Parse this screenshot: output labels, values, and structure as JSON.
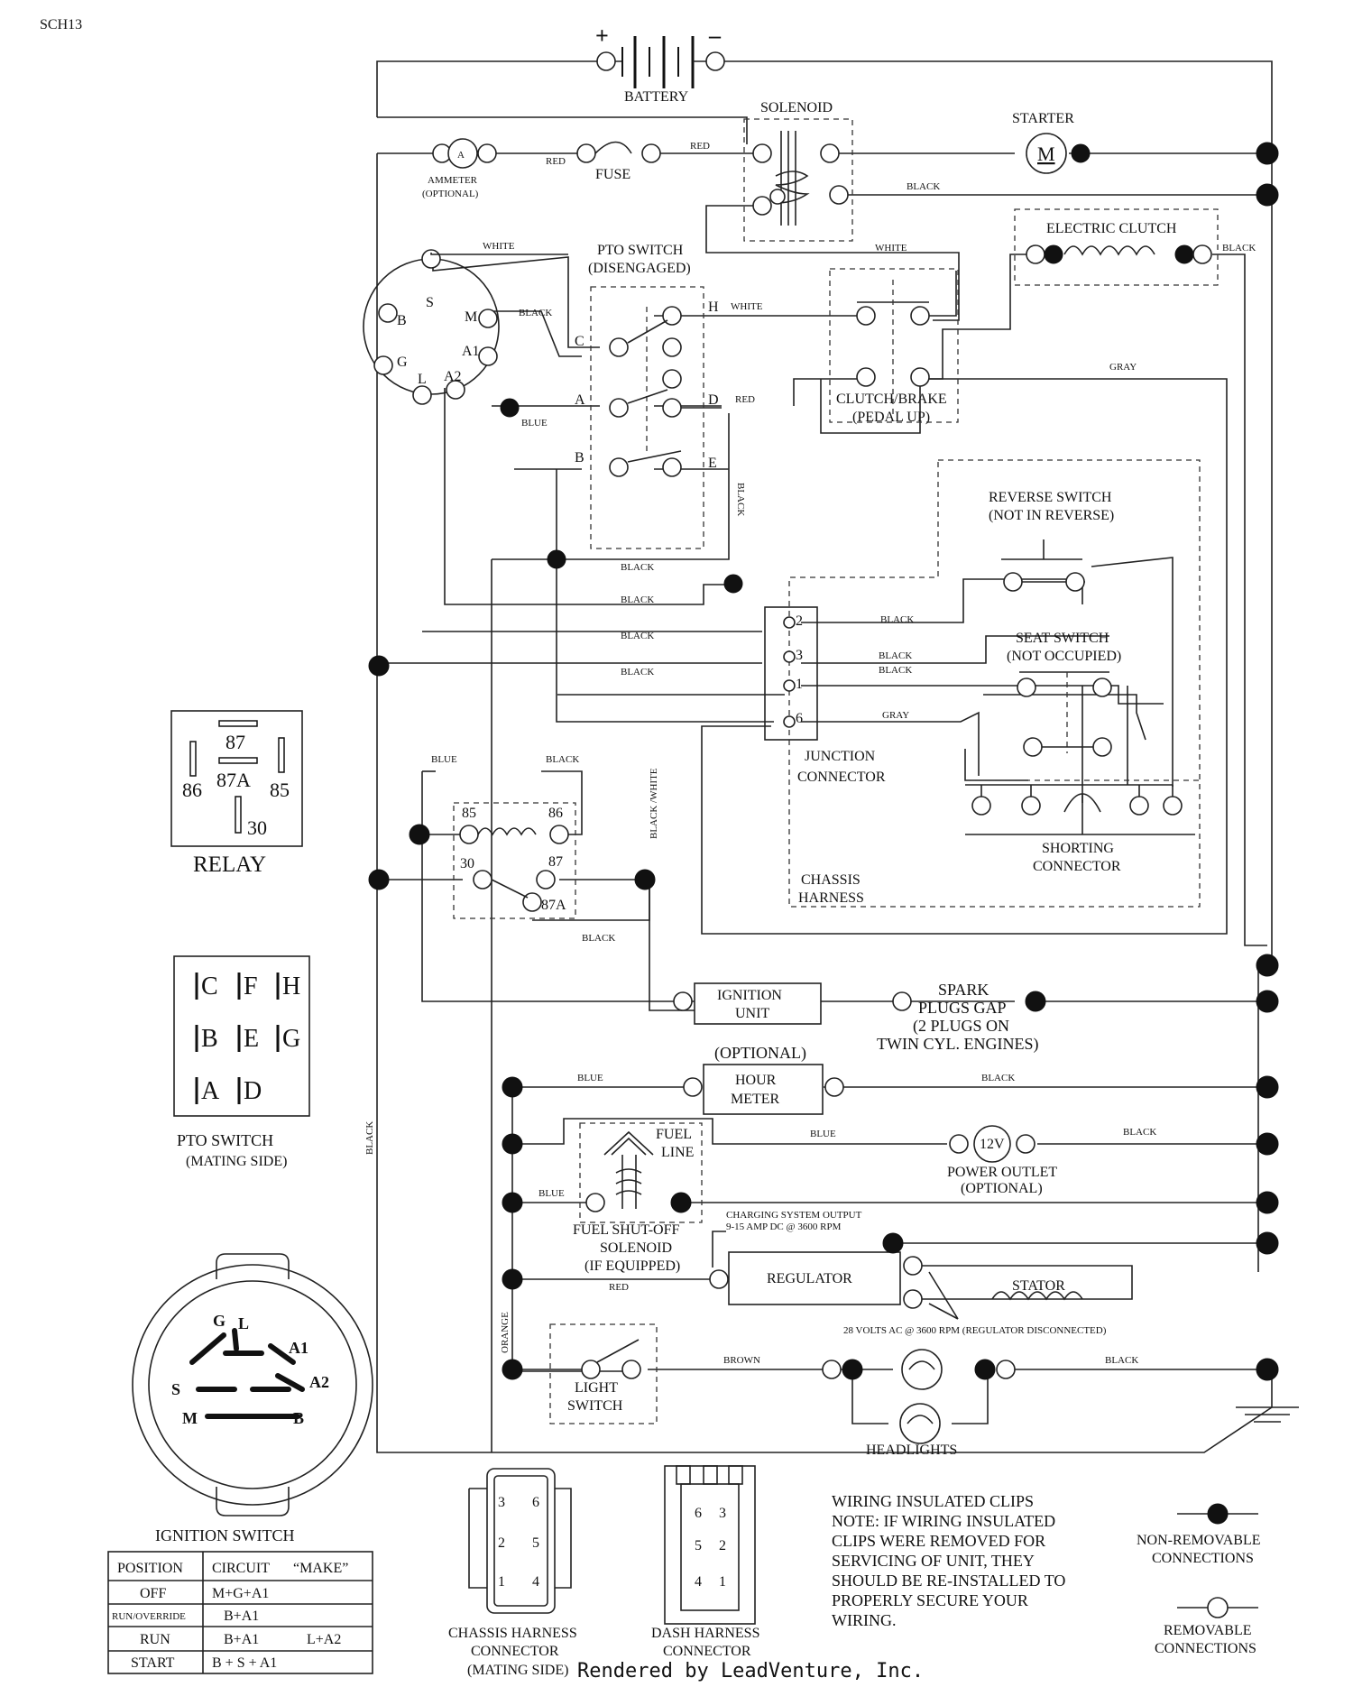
{
  "code": "SCH13",
  "battery": {
    "title": "BATTERY",
    "plus": "+",
    "minus": "–"
  },
  "solenoid": "SOLENOID",
  "starter": {
    "title": "STARTER",
    "motor": "M"
  },
  "ammeter": {
    "title": "AMMETER",
    "sub": "(OPTIONAL)",
    "symbol": "A"
  },
  "fuse": "FUSE",
  "electric_clutch": "ELECTRIC CLUTCH",
  "pto_switch": {
    "title": "PTO SWITCH",
    "sub": "(DISENGAGED)",
    "terms": [
      "C",
      "A",
      "B",
      "H",
      "D",
      "E"
    ]
  },
  "clutch_brake": {
    "title": "CLUTCH/BRAKE",
    "sub": "(PEDAL UP)"
  },
  "reverse_switch": {
    "title": "REVERSE SWITCH",
    "sub": "(NOT IN REVERSE)"
  },
  "seat_switch": {
    "title": "SEAT SWITCH",
    "sub": "(NOT OCCUPIED)"
  },
  "junction": {
    "title": "JUNCTION",
    "sub": "CONNECTOR",
    "pins": [
      "2",
      "3",
      "1",
      "6"
    ]
  },
  "shorting": {
    "title": "SHORTING",
    "sub": "CONNECTOR"
  },
  "chassis_harness": {
    "title": "CHASSIS",
    "sub": "HARNESS"
  },
  "ignition_terms": [
    "S",
    "B",
    "M",
    "A1",
    "G",
    "L",
    "A2"
  ],
  "relay_circuit": {
    "pins": [
      "85",
      "86",
      "30",
      "87",
      "87A"
    ]
  },
  "relay_legend": {
    "title": "RELAY",
    "pins": [
      "87",
      "86",
      "87A",
      "85",
      "30"
    ]
  },
  "pto_mating": {
    "title": "PTO SWITCH",
    "sub": "(MATING SIDE)",
    "letters": [
      "C",
      "F",
      "H",
      "B",
      "E",
      "G",
      "A",
      "D"
    ]
  },
  "ignition_unit": {
    "title": "IGNITION",
    "sub": "UNIT"
  },
  "spark": [
    "SPARK",
    "PLUGS GAP",
    "(2 PLUGS ON",
    "TWIN CYL. ENGINES)"
  ],
  "hour_meter": {
    "optional": "(OPTIONAL)",
    "title": "HOUR",
    "sub": "METER"
  },
  "power_outlet": {
    "symbol": "12V",
    "title": "POWER OUTLET",
    "sub": "(OPTIONAL)"
  },
  "fuel_line": [
    "FUEL",
    "LINE"
  ],
  "fuel_solenoid": [
    "FUEL SHUT-OFF",
    "SOLENOID",
    "(IF EQUIPPED)"
  ],
  "charging": [
    "CHARGING SYSTEM OUTPUT",
    "9-15 AMP DC @ 3600 RPM"
  ],
  "regulator": "REGULATOR",
  "stator": "STATOR",
  "ac_note": "28 VOLTS AC @ 3600 RPM (REGULATOR DISCONNECTED)",
  "light_switch": [
    "LIGHT",
    "SWITCH"
  ],
  "headlights": "HEADLIGHTS",
  "wires": {
    "red": "RED",
    "white": "WHITE",
    "black": "BLACK",
    "blue": "BLUE",
    "gray": "GRAY",
    "black_white": "BLACK /WHITE",
    "orange": "ORANGE",
    "brown": "BROWN"
  },
  "ignition_switch": {
    "title": "IGNITION SWITCH",
    "face": [
      "G",
      "L",
      "A1",
      "S",
      "A2",
      "M",
      "B"
    ],
    "headers": [
      "POSITION",
      "CIRCUIT",
      "“MAKE”"
    ],
    "rows": [
      {
        "pos": "OFF",
        "circuit": "M+G+A1",
        "extra": ""
      },
      {
        "pos": "RUN/OVERRIDE",
        "circuit": "B+A1",
        "extra": ""
      },
      {
        "pos": "RUN",
        "circuit": "B+A1",
        "extra": "L+A2"
      },
      {
        "pos": "START",
        "circuit": "B + S + A1",
        "extra": ""
      }
    ]
  },
  "chassis_connector": {
    "title": "CHASSIS HARNESS",
    "sub": "CONNECTOR",
    "sub2": "(MATING SIDE)",
    "pins": [
      "3",
      "6",
      "2",
      "5",
      "1",
      "4"
    ]
  },
  "dash_connector": {
    "title": "DASH HARNESS",
    "sub": "CONNECTOR",
    "pins": [
      "6",
      "3",
      "5",
      "2",
      "4",
      "1"
    ]
  },
  "note": [
    "WIRING INSULATED CLIPS",
    "NOTE:  IF WIRING INSULATED",
    "CLIPS WERE REMOVED FOR",
    "SERVICING OF UNIT, THEY",
    "SHOULD BE RE-INSTALLED TO",
    "PROPERLY SECURE YOUR",
    "WIRING."
  ],
  "legend": {
    "nonremovable": [
      "NON-REMOVABLE",
      "CONNECTIONS"
    ],
    "removable": [
      "REMOVABLE",
      "CONNECTIONS"
    ]
  },
  "footer": "Rendered by LeadVenture, Inc."
}
